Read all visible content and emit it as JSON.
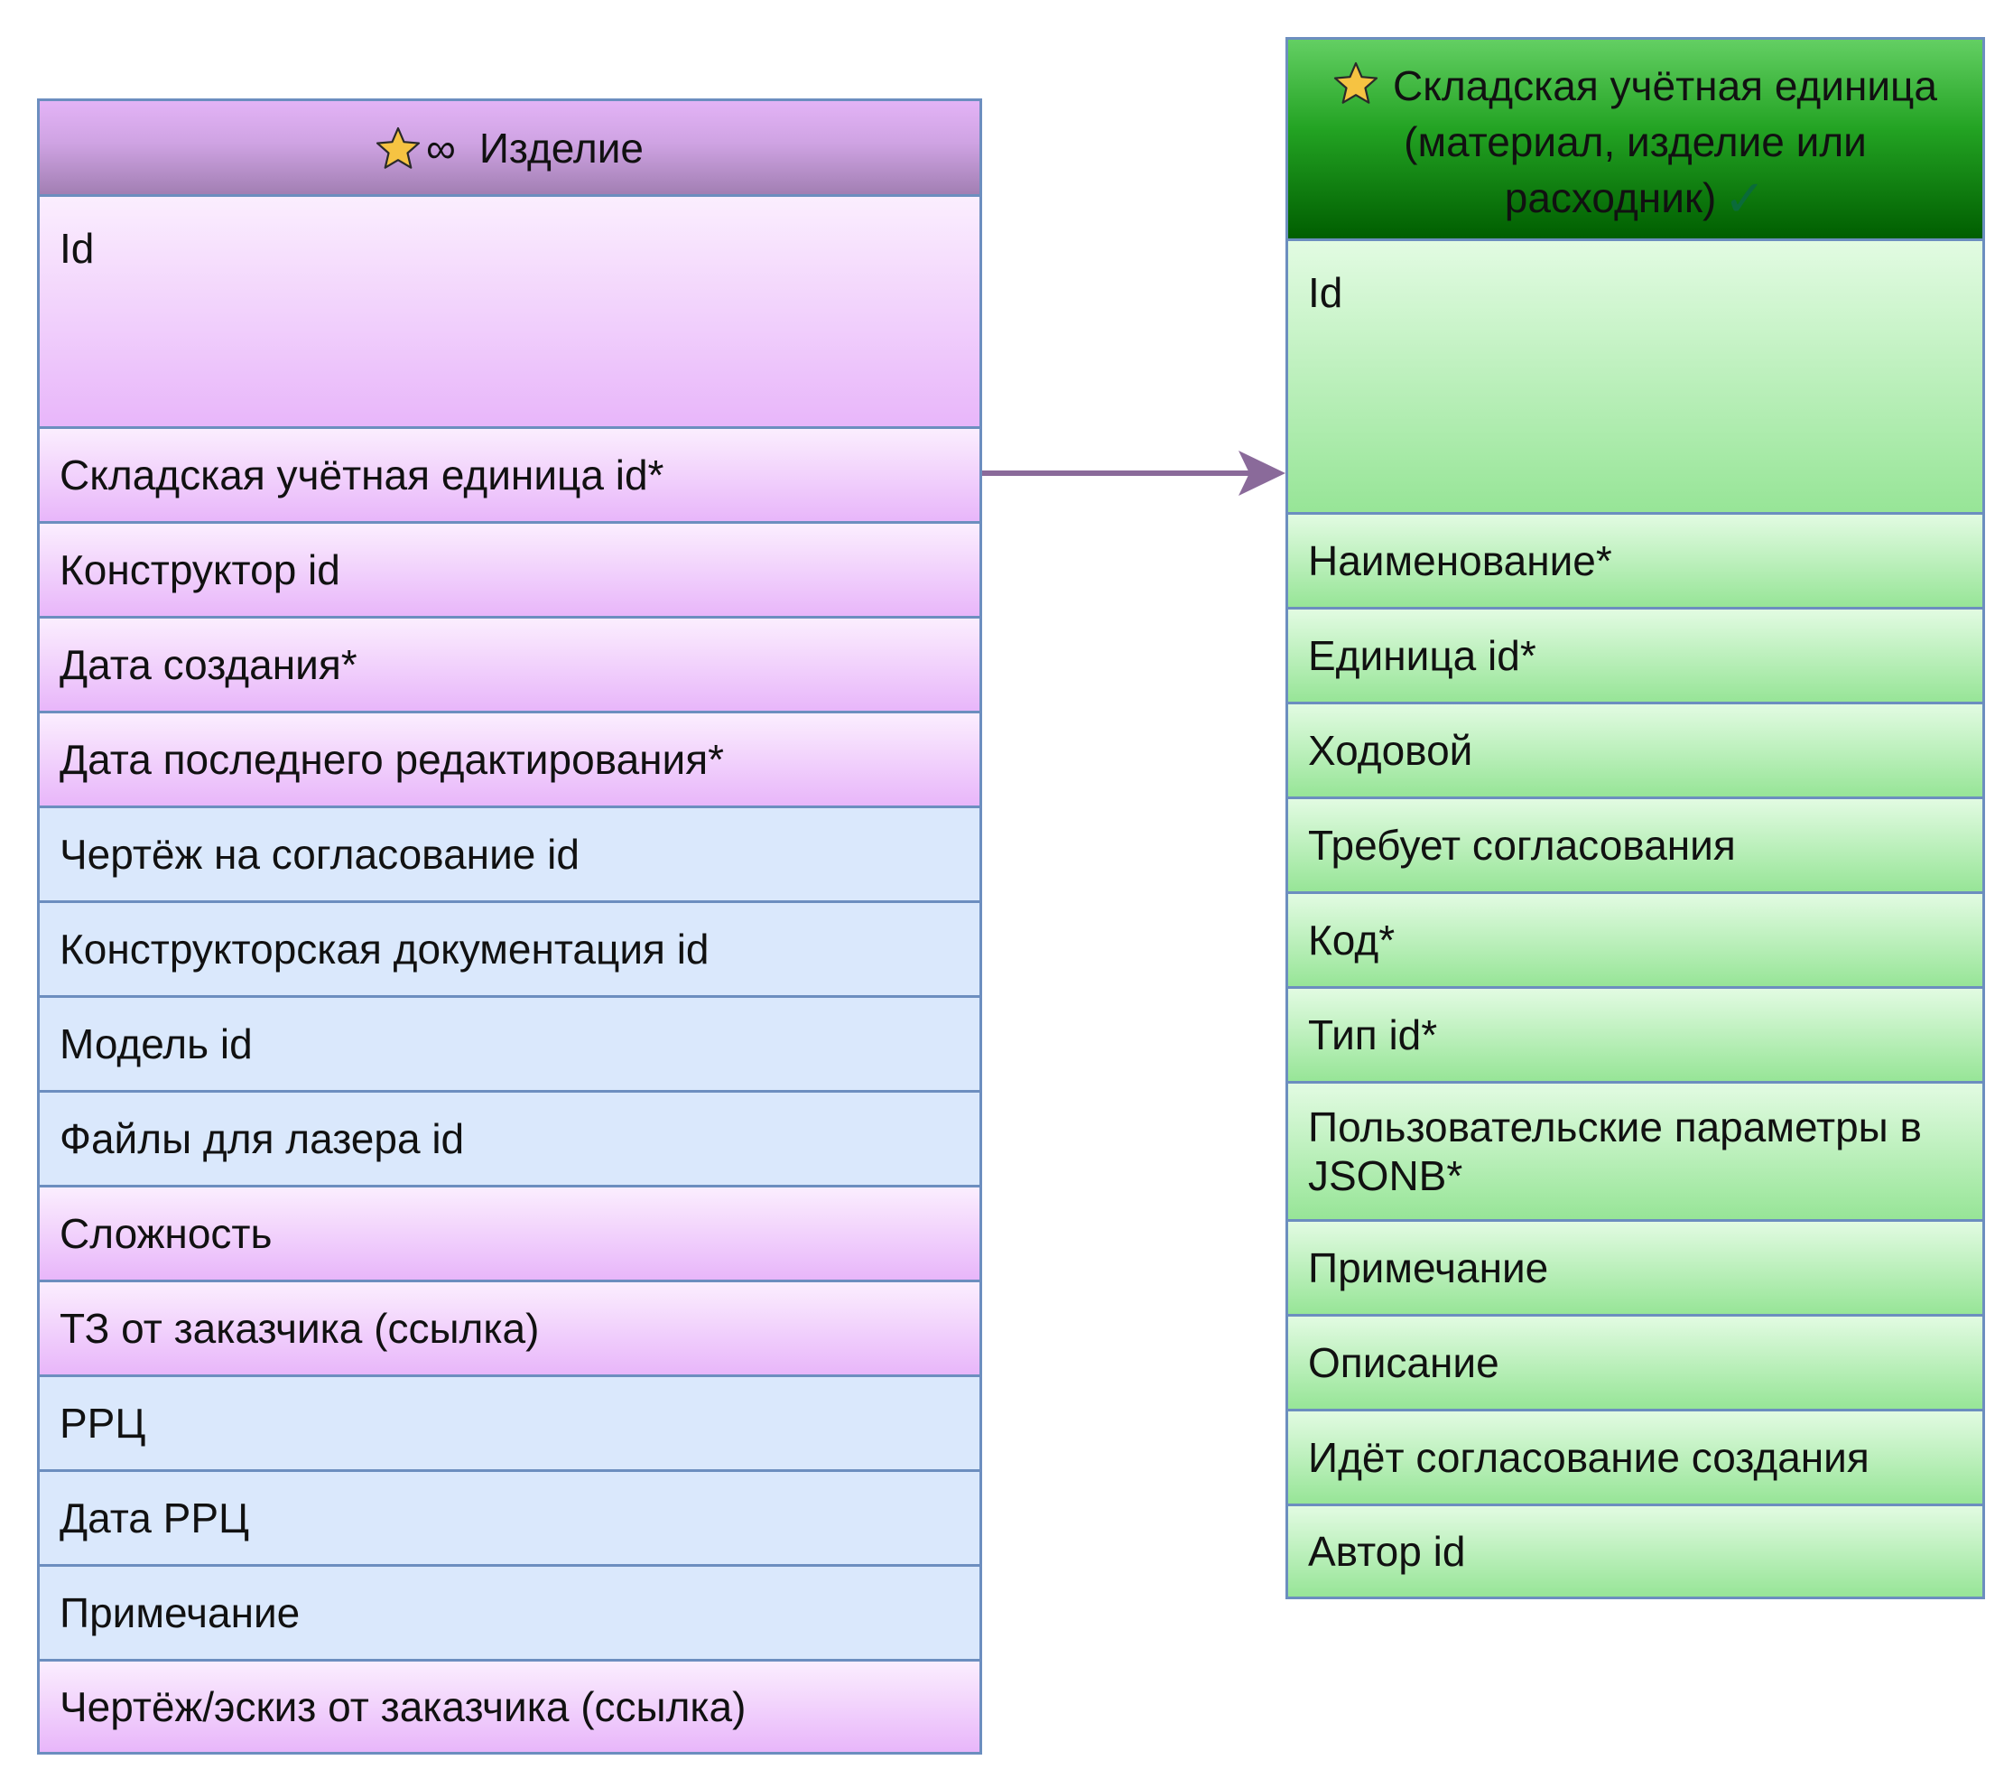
{
  "entities": {
    "product": {
      "title": "Изделие",
      "header_icons": [
        "star-icon",
        "infinity-icon"
      ],
      "header_color": "#cfa3e3",
      "fields": [
        {
          "label": "Id",
          "style": "purple"
        },
        {
          "label": "Складская учётная единица id*",
          "style": "purple"
        },
        {
          "label": "Конструктор id",
          "style": "purple"
        },
        {
          "label": "Дата создания*",
          "style": "purple"
        },
        {
          "label": "Дата последнего редактирования*",
          "style": "purple"
        },
        {
          "label": "Чертёж на согласование id",
          "style": "blue"
        },
        {
          "label": "Конструкторская документация id",
          "style": "blue"
        },
        {
          "label": "Модель id",
          "style": "blue"
        },
        {
          "label": "Файлы для лазера id",
          "style": "blue"
        },
        {
          "label": "Сложность",
          "style": "purple"
        },
        {
          "label": "ТЗ от заказчика (ссылка)",
          "style": "purple"
        },
        {
          "label": "РРЦ",
          "style": "blue"
        },
        {
          "label": "Дата РРЦ",
          "style": "blue"
        },
        {
          "label": "Примечание",
          "style": "blue"
        },
        {
          "label": "Чертёж/эскиз от заказчика (ссылка)",
          "style": "purple"
        }
      ]
    },
    "stock_unit": {
      "title_lines": [
        "Складская учётная единица",
        "(материал, изделие или",
        "расходник)"
      ],
      "header_icons": [
        "star-icon",
        "check-icon"
      ],
      "header_color": "#23a323",
      "fields": [
        {
          "label": "Id",
          "style": "green"
        },
        {
          "label": "Наименование*",
          "style": "green"
        },
        {
          "label": "Единица id*",
          "style": "green"
        },
        {
          "label": "Ходовой",
          "style": "green"
        },
        {
          "label": "Требует согласования",
          "style": "green"
        },
        {
          "label": "Код*",
          "style": "green"
        },
        {
          "label": "Тип id*",
          "style": "green"
        },
        {
          "label": "Пользовательские параметры в JSONB*",
          "style": "green"
        },
        {
          "label": "Примечание",
          "style": "green"
        },
        {
          "label": "Описание",
          "style": "green"
        },
        {
          "label": "Идёт согласование создания",
          "style": "green"
        },
        {
          "label": "Автор id",
          "style": "green"
        }
      ]
    }
  },
  "relations": [
    {
      "from": "product.fields.1",
      "to": "stock_unit",
      "color": "#8a6a9a"
    }
  ],
  "colors": {
    "border": "#6c8ebf",
    "purple_row_top": "#fbeefe",
    "purple_row_bottom": "#e8b6fa",
    "blue_row": "#dae8fc",
    "green_row_top": "#e2fbe2",
    "green_row_bottom": "#97e597",
    "star_fill": "#f6c342",
    "check": "#0a6b3a",
    "arrow": "#8a6a9a"
  }
}
